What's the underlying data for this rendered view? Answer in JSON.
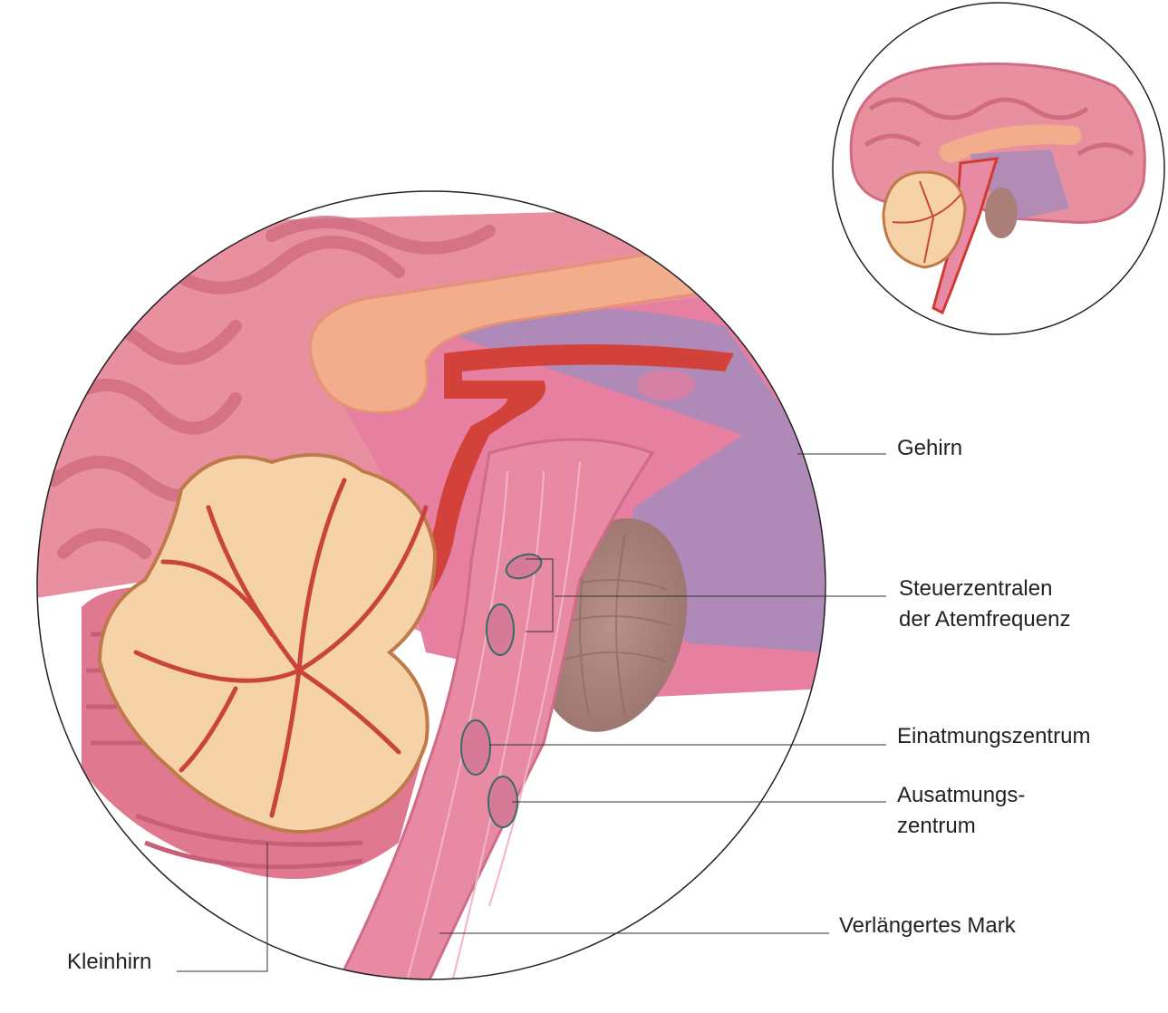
{
  "labels": {
    "gehirn": "Gehirn",
    "steuer_line1": "Steuerzentralen",
    "steuer_line2": "der Atemfrequenz",
    "einatmung": "Einatmungszentrum",
    "ausatmung_line1": "Ausatmungs-",
    "ausatmung_line2": "zentrum",
    "mark": "Verlängertes Mark",
    "kleinhirn": "Kleinhirn"
  },
  "colors": {
    "cortex": "#e58a9a",
    "cerebellum": "#f5d2a8",
    "vessel": "#cf3b33",
    "brainstem": "#e68aa3",
    "pons": "#a97f78",
    "ventricle": "#9f86b5",
    "corpus_callosum": "#f2ad8c"
  }
}
